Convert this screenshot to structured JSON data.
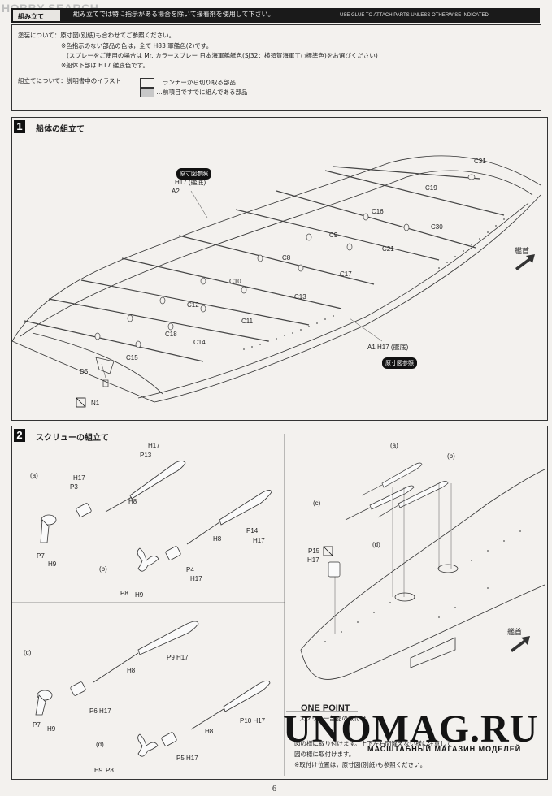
{
  "watermark_top": "HOBBY SEARCH",
  "header": {
    "tab_label": "組み立て",
    "text_jp": "組み立てでは特に指示がある場合を除いて接着剤を使用して下さい。",
    "text_en": "USE GLUE TO ATTACH PARTS UNLESS OTHERWISE INDICATED."
  },
  "notes": {
    "paint_title": "塗装について：原寸図(別紙)も合わせてご参照ください。",
    "paint_line1": "※色指示のない部品の色は，全て H83 軍艦色(2)です。",
    "paint_line2": "(スプレーをご使用の場合は Mr. カラースプレー 日本海軍艦艇色(SJ32：横須賀海軍工○標準色)をお選びください)",
    "paint_line3": "※船体下部は H17 艦底色です。",
    "assembly_title": "組立てについて：説明書中のイラスト",
    "legend_runner": "…ランナーから切り取る部品",
    "legend_done": "…前項目ですでに組んである部品"
  },
  "step1": {
    "number": "1",
    "title": "船体の組立て",
    "ref_top": "原寸図参照",
    "ref_bottom": "原寸図参照",
    "bow_label": "艦首",
    "labels": {
      "h17_a2": "H17 (艦底)",
      "a2": "A2",
      "a1": "A1 H17 (艦底)",
      "c31": "C31",
      "c19": "C19",
      "c16": "C16",
      "c30": "C30",
      "c9": "C9",
      "c21": "C21",
      "c8": "C8",
      "c17": "C17",
      "c10": "C10",
      "c13": "C13",
      "c12": "C12",
      "c11": "C11",
      "c18": "C18",
      "c14": "C14",
      "c15": "C15",
      "d5": "D5",
      "n1": "N1"
    }
  },
  "step2": {
    "number": "2",
    "title": "スクリューの組立て",
    "bow_label": "艦首",
    "groups": {
      "a": "(a)",
      "b": "(b)",
      "c": "(c)",
      "d": "(d)"
    },
    "labels": {
      "h17_p13": "H17",
      "p13": "P13",
      "h8_a": "H8",
      "h17_p3": "H17",
      "p3": "P3",
      "p7_a": "P7",
      "h9_a": "H9",
      "p14": "P14",
      "h17_p14": "H17",
      "h8_b": "H8",
      "p4": "P4",
      "h17_p4": "H17",
      "p8_b": "P8",
      "h9_b": "H9",
      "p9": "P9 H17",
      "h8_c": "H8",
      "p6": "P6 H17",
      "p7_c": "P7",
      "h9_c": "H9",
      "p10": "P10 H17",
      "h8_d": "H8",
      "p5": "P5 H17",
      "p8_d": "P8",
      "h9_d": "H9",
      "p15": "P15",
      "h17_p15": "H17",
      "ra": "(a)",
      "rb": "(b)",
      "rc": "(c)",
      "rd": "(d)"
    }
  },
  "onepoint": {
    "title": "ONE POINT",
    "line1": "スクリュー部品の取付け",
    "line2": "図の様に取り付けます。上下左右間違えない様に注意して",
    "line3": "図の様に取付けます。",
    "line4": "※取付け位置は，原寸図(別紙)も参照ください。"
  },
  "watermark": {
    "main": "UNOMAG.RU",
    "sub": "МАСШТАБНЫЙ МАГАЗИН МОДЕЛЕЙ"
  },
  "page_number": "6"
}
